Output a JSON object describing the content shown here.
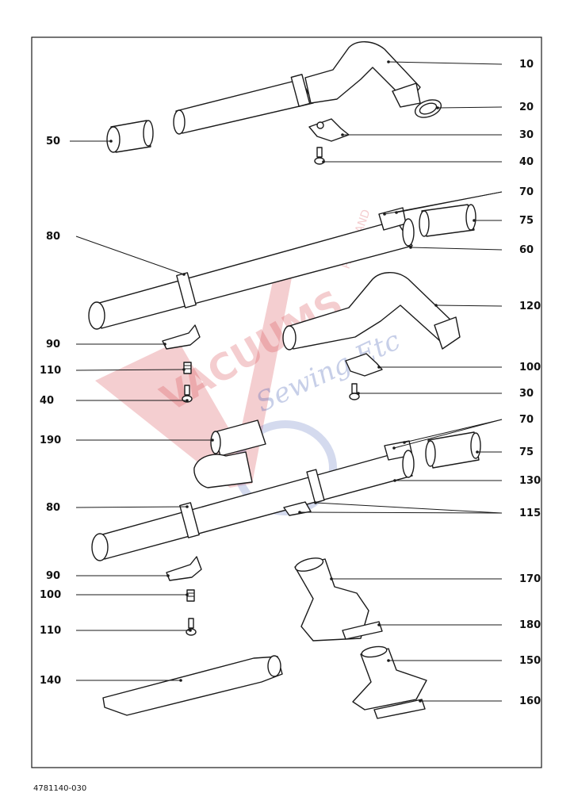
{
  "document": {
    "id": "4781140-030"
  },
  "callouts": [
    {
      "ref": "10"
    },
    {
      "ref": "20"
    },
    {
      "ref": "30"
    },
    {
      "ref": "40"
    },
    {
      "ref": "50"
    },
    {
      "ref": "70"
    },
    {
      "ref": "75"
    },
    {
      "ref": "80"
    },
    {
      "ref": "60"
    },
    {
      "ref": "120"
    },
    {
      "ref": "90"
    },
    {
      "ref": "100"
    },
    {
      "ref": "110"
    },
    {
      "ref": "30"
    },
    {
      "ref": "40"
    },
    {
      "ref": "190"
    },
    {
      "ref": "70"
    },
    {
      "ref": "75"
    },
    {
      "ref": "130"
    },
    {
      "ref": "80"
    },
    {
      "ref": "115"
    },
    {
      "ref": "90"
    },
    {
      "ref": "170"
    },
    {
      "ref": "100"
    },
    {
      "ref": "180"
    },
    {
      "ref": "110"
    },
    {
      "ref": "150"
    },
    {
      "ref": "140"
    },
    {
      "ref": "160"
    }
  ],
  "watermark": {
    "line1": "VACUUMS",
    "line2": "Sewing Etc",
    "small": "PARTS AND"
  }
}
